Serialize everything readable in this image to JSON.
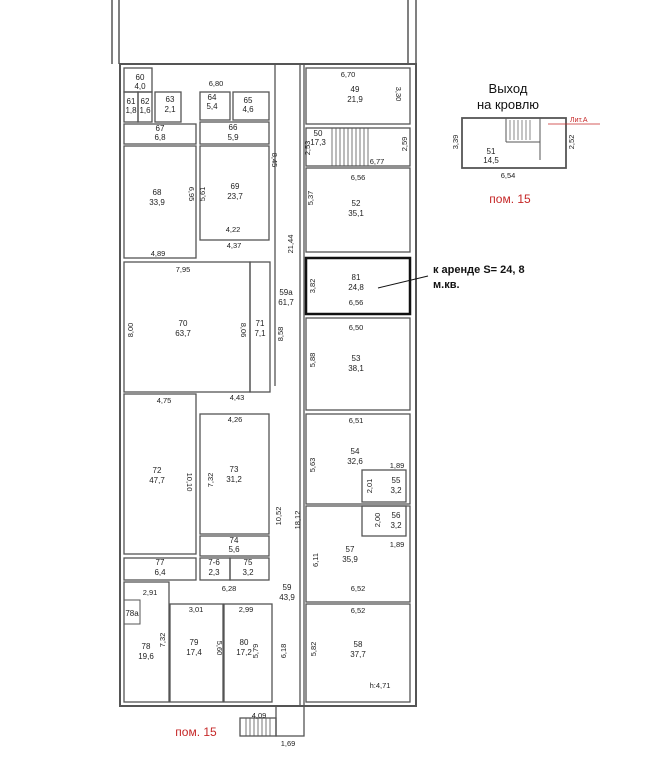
{
  "exit_block": {
    "title_1": "Выход",
    "title_2": "на кровлю",
    "lit": "Лит.А",
    "label": "пом. 15"
  },
  "bottom_label": "пом. 15",
  "lease_note": {
    "line1": "к аренде S= 24, 8",
    "line2": "м.кв."
  },
  "rooms": {
    "r60": [
      "60",
      "4,0"
    ],
    "r61": [
      "61",
      "1,8"
    ],
    "r62": [
      "62",
      "1,6"
    ],
    "r63": [
      "63",
      "2,1"
    ],
    "r64": [
      "64",
      "5,4"
    ],
    "r65": [
      "65",
      "4,6"
    ],
    "r66": [
      "66",
      "5,9"
    ],
    "r67": [
      "67",
      "6,8"
    ],
    "r68": [
      "68",
      "33,9"
    ],
    "r69": [
      "69",
      "23,7"
    ],
    "r70": [
      "70",
      "63,7"
    ],
    "r71": [
      "71",
      "7,1"
    ],
    "r59a": [
      "59а",
      "61,7"
    ],
    "r72": [
      "72",
      "47,7"
    ],
    "r73": [
      "73",
      "31,2"
    ],
    "r74": [
      "74",
      "5,6"
    ],
    "r77": [
      "77",
      "6,4"
    ],
    "r76": [
      "7-6",
      "2,3"
    ],
    "r75": [
      "75",
      "3,2"
    ],
    "r78a": [
      "78а",
      ""
    ],
    "r78": [
      "78",
      "19,6"
    ],
    "r79": [
      "79",
      "17,4"
    ],
    "r80": [
      "80",
      "17,2"
    ],
    "r59": [
      "59",
      "43,9"
    ],
    "r49": [
      "49",
      "21,9"
    ],
    "r50": [
      "50",
      "17,3"
    ],
    "r52": [
      "52",
      "35,1"
    ],
    "r81": [
      "81",
      "24,8"
    ],
    "r53": [
      "53",
      "38,1"
    ],
    "r54": [
      "54",
      "32,6"
    ],
    "r55": [
      "55",
      "3,2"
    ],
    "r56": [
      "56",
      "3,2"
    ],
    "r57": [
      "57",
      "35,9"
    ],
    "r58": [
      "58",
      "37,7"
    ],
    "r51": [
      "51",
      "14,5"
    ]
  },
  "dims": {
    "d680": "6,80",
    "d670": "6,70",
    "d330": "3,30",
    "d845": "8,45",
    "d253": "2,53",
    "d259": "2,59",
    "d677": "6,77",
    "d656a": "6,56",
    "d537": "5,37",
    "d695": "6,95",
    "d561": "5,61",
    "d2144": "21,44",
    "d422": "4,22",
    "d437": "4,37",
    "d489": "4,89",
    "d795": "7,95",
    "d382": "3,82",
    "d656b": "6,56",
    "d800": "8,00",
    "d806": "8,06",
    "d858": "8,58",
    "d650": "6,50",
    "d588": "5,88",
    "d475": "4,75",
    "d443": "4,43",
    "d426": "4,26",
    "d651": "6,51",
    "d1010": "10,10",
    "d732a": "7,32",
    "d1052": "10,52",
    "d563": "5,63",
    "d189a": "1,89",
    "d201": "2,01",
    "d200": "2,00",
    "d189b": "1,89",
    "d1812": "18,12",
    "d611": "6,11",
    "d652a": "6,52",
    "d628": "6,28",
    "d291": "2,91",
    "d301": "3,01",
    "d299": "2,99",
    "d652b": "6,52",
    "d732b": "7,32",
    "d560": "5,60",
    "d579": "5,79",
    "d618": "6,18",
    "d582": "5,82",
    "dh471": "h:4,71",
    "d409": "4,09",
    "d169": "1,69",
    "d339": "3,39",
    "d252": "2,52",
    "d654": "6,54"
  }
}
